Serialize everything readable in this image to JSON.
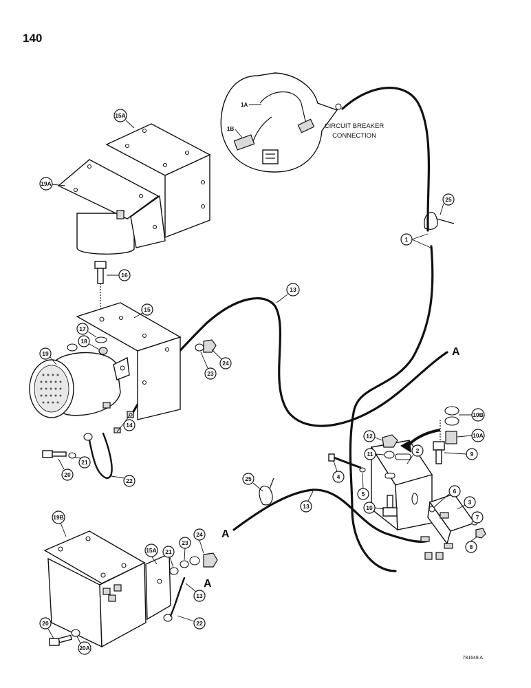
{
  "page": {
    "number": "140"
  },
  "inset": {
    "caption_line1": "CIRCUIT BREAKER",
    "caption_line2": "CONNECTION",
    "label_1a": "1A",
    "label_1b": "1B"
  },
  "markers": {
    "a_top": "A",
    "a_left": "A",
    "a_bottom": "A"
  },
  "callouts": {
    "c15a_top": "15A",
    "c19a": "19A",
    "c16": "16",
    "c15": "15",
    "c17": "17",
    "c18": "18",
    "c19": "19",
    "c13_top": "13",
    "c23_top": "23",
    "c24_top": "24",
    "c14": "14",
    "c20_top": "20",
    "c21_top": "21",
    "c22_top": "22",
    "c25_top": "25",
    "c1": "1",
    "c10b": "10B",
    "c10a": "10A",
    "c12": "12",
    "c9": "9",
    "c11": "11",
    "c2": "2",
    "c4": "4",
    "c5": "5",
    "c10": "10",
    "c6": "6",
    "c3": "3",
    "c7": "7",
    "c8": "8",
    "c25_mid": "25",
    "c13_mid": "13",
    "c19b": "19B",
    "c15a_bot": "15A",
    "c21_bot": "21",
    "c23_bot": "23",
    "c24_bot": "24",
    "c13_bot": "13",
    "c22_bot": "22",
    "c20_bot": "20",
    "c20a": "20A"
  },
  "figure_code": "781648 A"
}
